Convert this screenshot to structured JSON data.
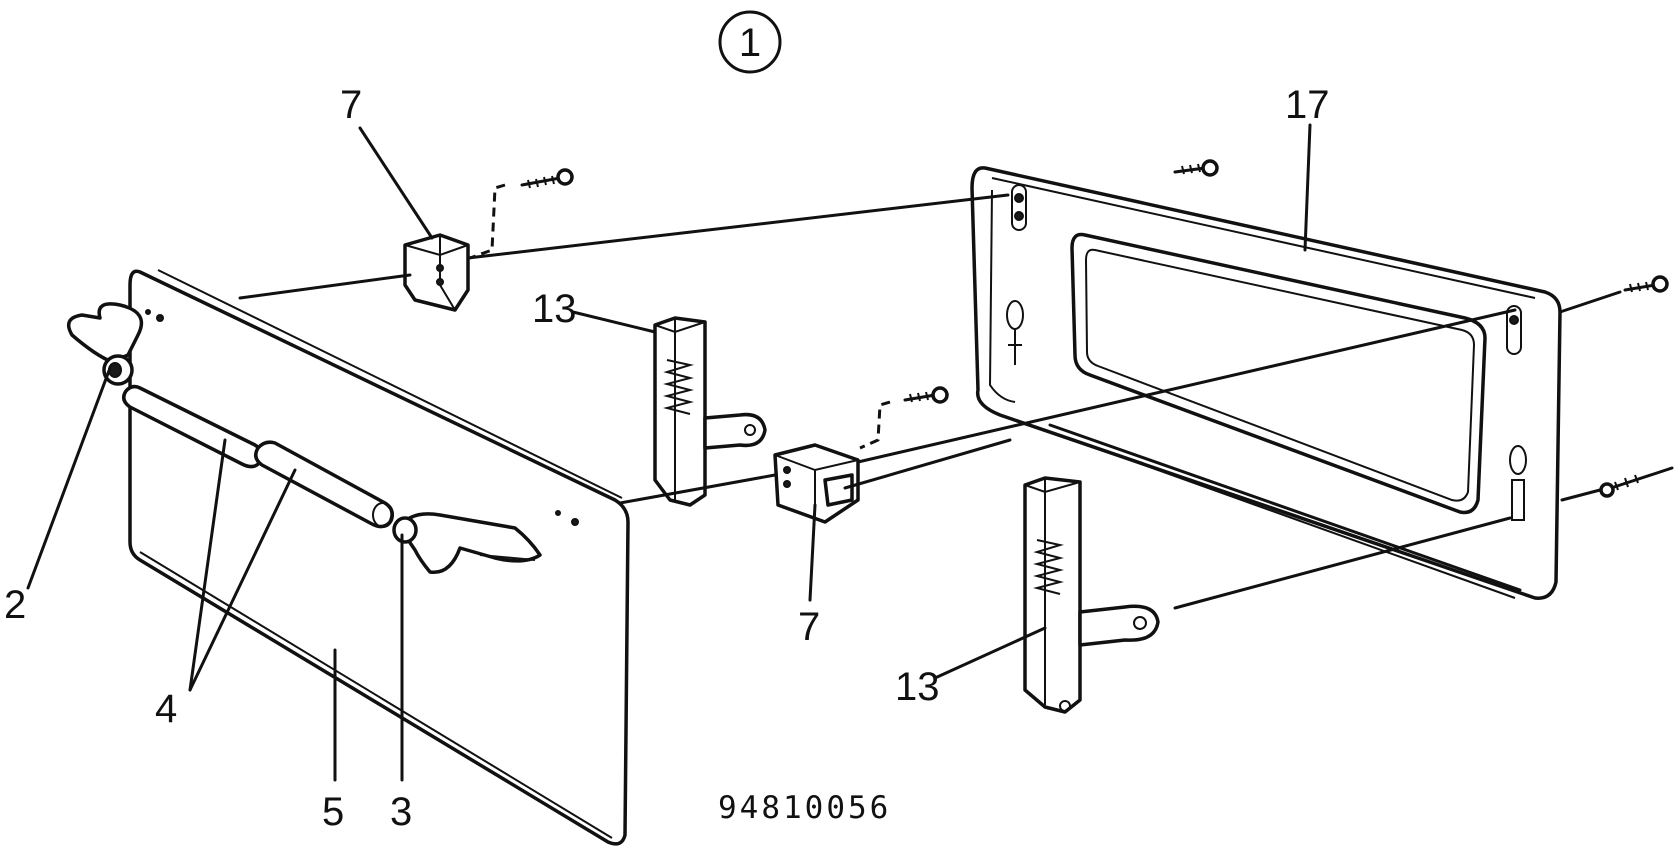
{
  "figure": {
    "number": "1",
    "code": "94810056"
  },
  "callouts": [
    {
      "id": "label-7-top",
      "text": "7"
    },
    {
      "id": "label-17",
      "text": "17"
    },
    {
      "id": "label-13-top",
      "text": "13"
    },
    {
      "id": "label-2",
      "text": "2"
    },
    {
      "id": "label-4",
      "text": "4"
    },
    {
      "id": "label-5",
      "text": "5"
    },
    {
      "id": "label-3",
      "text": "3"
    },
    {
      "id": "label-7-bottom",
      "text": "7"
    },
    {
      "id": "label-13-bottom",
      "text": "13"
    }
  ]
}
